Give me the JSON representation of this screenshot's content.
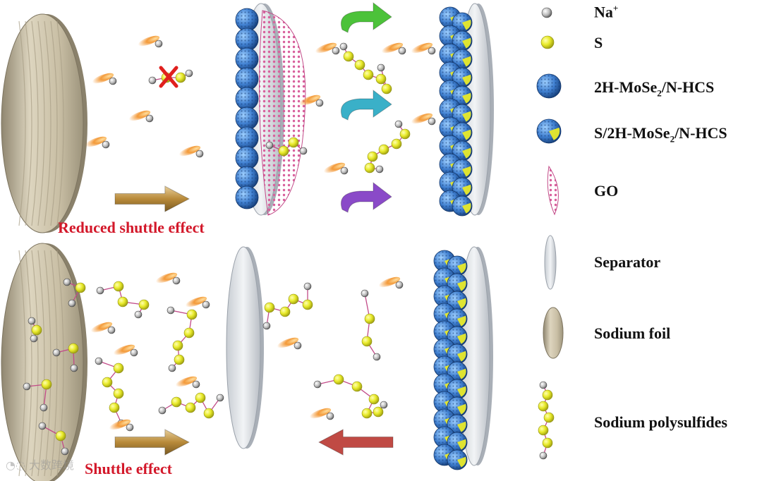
{
  "captions": {
    "top": "Reduced shuttle effect",
    "bottom": "Shuttle effect"
  },
  "legend": [
    {
      "key": "na",
      "icon": "sodium-ion-icon",
      "text": "Na",
      "sup": "+"
    },
    {
      "key": "s",
      "icon": "sulfur-atom-icon",
      "text": "S"
    },
    {
      "key": "host",
      "icon": "mose2-hcs-sphere-icon",
      "parts": [
        "2H-MoSe",
        "2",
        "/N-HCS"
      ]
    },
    {
      "key": "shost",
      "icon": "sulfur-loaded-sphere-icon",
      "parts": [
        "S/2H-MoSe",
        "2",
        "/N-HCS"
      ]
    },
    {
      "key": "go",
      "icon": "graphene-oxide-icon",
      "text": "GO"
    },
    {
      "key": "sep",
      "icon": "separator-icon",
      "text": "Separator"
    },
    {
      "key": "foil",
      "icon": "sodium-foil-icon",
      "text": "Sodium foil"
    },
    {
      "key": "nps",
      "icon": "polysulfide-chain-icon",
      "text": "Sodium polysulfides"
    }
  ],
  "watermark": "大数跨境",
  "colors": {
    "caption": "#d3182a",
    "sulfur": "#e8ea2a",
    "sphere": "#3f7fd0",
    "go": "#d8609c",
    "foil": "#cdc3a8",
    "arrow_gold": "#b88a3a",
    "arrow_red": "#b0443f",
    "arrow_green": "#4cc23a",
    "arrow_cyan": "#3ab0c8",
    "arrow_purple": "#8a4ac8"
  }
}
